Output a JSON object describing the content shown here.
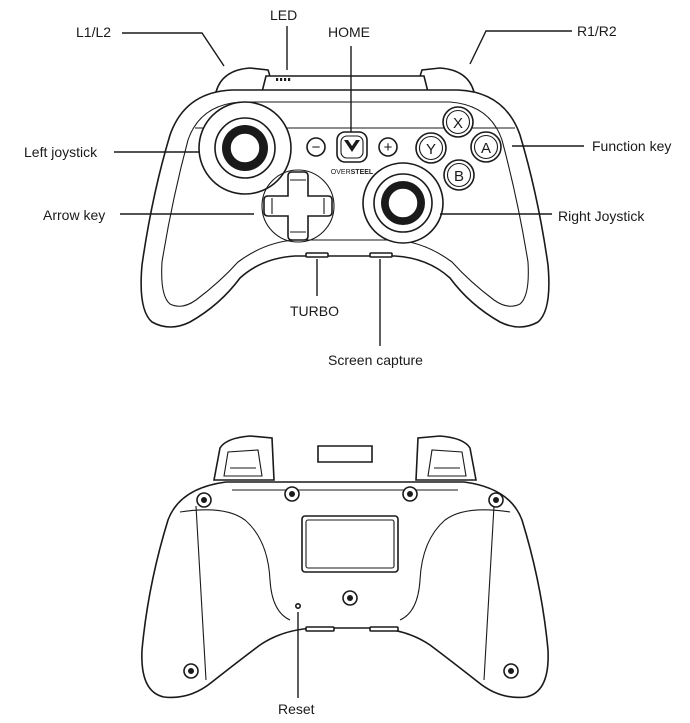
{
  "labels": {
    "l1l2": "L1/L2",
    "led": "LED",
    "home": "HOME",
    "r1r2": "R1/R2",
    "left_joystick": "Left joystick",
    "function_key": "Function key",
    "arrow_key": "Arrow key",
    "right_joystick": "Right  Joystick",
    "turbo": "TURBO",
    "screen_capture": "Screen capture",
    "reset": "Reset"
  },
  "face_buttons": {
    "x": "X",
    "y": "Y",
    "a": "A",
    "b": "B"
  },
  "center_buttons": {
    "minus": "−",
    "plus": "+"
  },
  "brand": {
    "prefix": "OVER",
    "suffix": "STEEL"
  }
}
